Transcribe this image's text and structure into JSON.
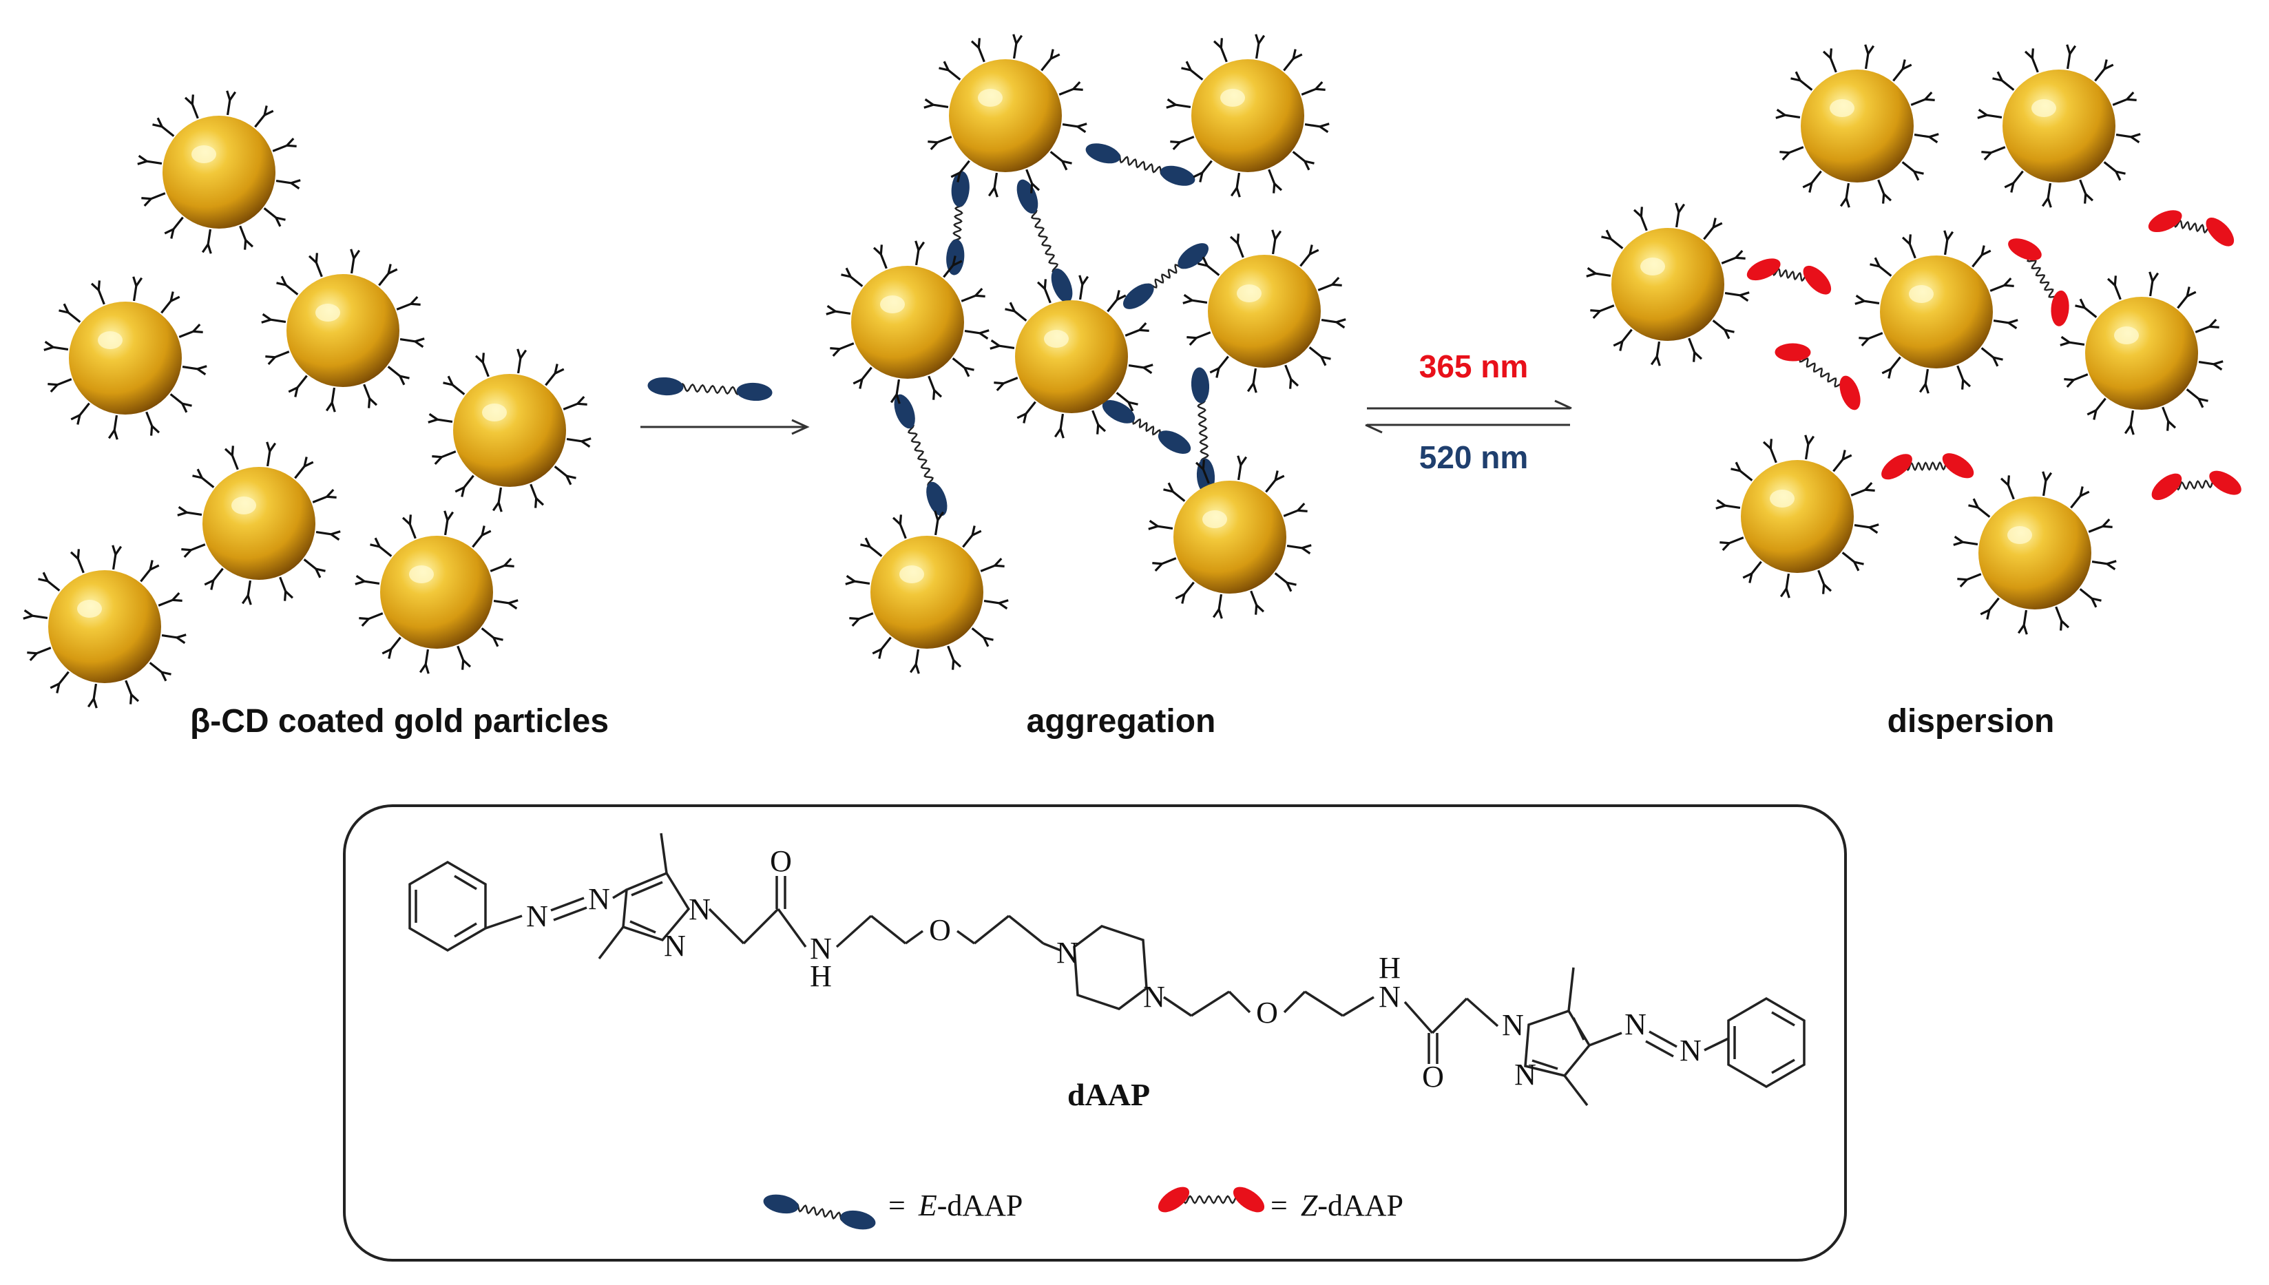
{
  "labels": {
    "panel_left": "β-CD coated gold particles",
    "panel_middle": "aggregation",
    "panel_right": "dispersion",
    "arrow_forward": "365 nm",
    "arrow_backward": "520 nm"
  },
  "molecule": {
    "name": "dAAP",
    "atoms": {
      "azo_n1": "N",
      "azo_n2": "N",
      "pyrazole_n1": "N",
      "pyrazole_n2": "N",
      "amide_o1": "O",
      "amide_n1": "N",
      "amide_h1": "H",
      "ether_o1": "O",
      "piperazine_n1": "N",
      "piperazine_n2": "N",
      "ether_o2": "O",
      "amide_n2": "N",
      "amide_h2": "H",
      "amide_o2": "O",
      "pyrazole_n3": "N",
      "pyrazole_n4": "N",
      "azo_n3": "N",
      "azo_n4": "N"
    }
  },
  "legend": {
    "e_label": "= E-dAAP",
    "e_prefix": "=",
    "e_italic": "E",
    "e_suffix": "-dAAP",
    "z_prefix": "=",
    "z_italic": "Z",
    "z_suffix": "-dAAP"
  },
  "colors": {
    "gold_light": "#fff3a0",
    "gold_mid": "#e7b628",
    "gold_dark": "#8a5a06",
    "e_isomer": "#1b3a66",
    "z_isomer": "#e8101a",
    "forward_label": "#e8101a",
    "backward_label": "#1f3f6e"
  }
}
